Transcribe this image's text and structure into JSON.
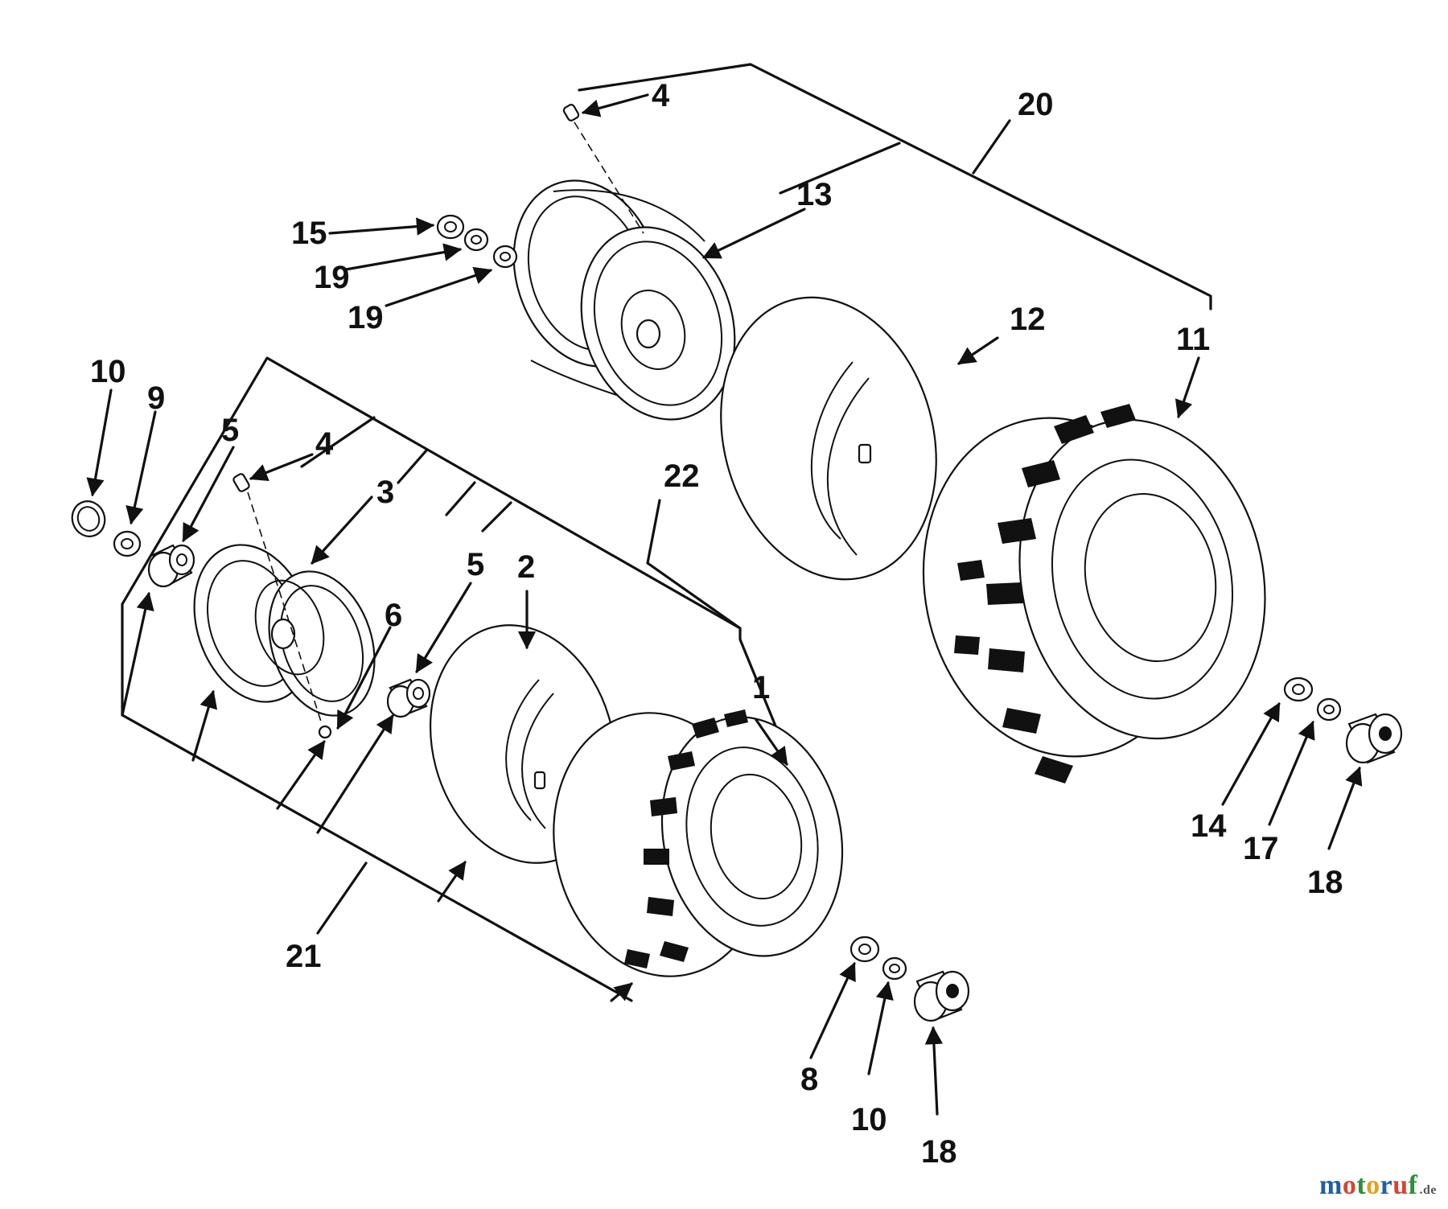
{
  "diagram": {
    "callouts": {
      "c1": "1",
      "c2": "2",
      "c3": "3",
      "c4a": "4",
      "c4b": "4",
      "c5a": "5",
      "c5b": "5",
      "c6": "6",
      "c8": "8",
      "c9": "9",
      "c10a": "10",
      "c10b": "10",
      "c11": "11",
      "c12": "12",
      "c13": "13",
      "c14": "14",
      "c15": "15",
      "c17": "17",
      "c18a": "18",
      "c18b": "18",
      "c19a": "19",
      "c19b": "19",
      "c20": "20",
      "c21": "21",
      "c22": "22"
    }
  },
  "watermark": {
    "text": "motoruf",
    "suffix": ".de",
    "colors": [
      "#1f5fa8",
      "#d6452f",
      "#2d8f3a",
      "#e0a21b"
    ]
  }
}
